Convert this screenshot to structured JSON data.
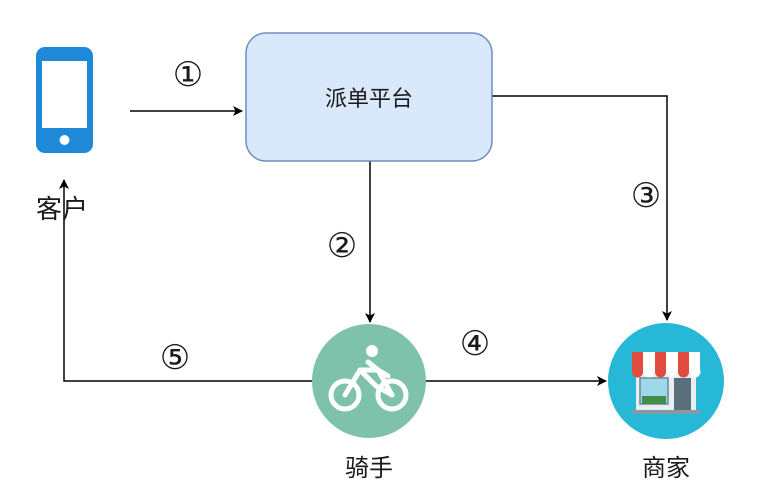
{
  "nodes": {
    "client": {
      "label": "客户",
      "icon": "smartphone-icon"
    },
    "platform": {
      "label": "派单平台"
    },
    "rider": {
      "label": "骑手",
      "icon": "bicycle-rider-icon"
    },
    "merchant": {
      "label": "商家",
      "icon": "storefront-icon"
    }
  },
  "steps": [
    "①",
    "②",
    "③",
    "④",
    "⑤"
  ],
  "colors": {
    "phone": "#1e88d9",
    "platform_fill": "#dae8fc",
    "platform_stroke": "#6c8ebf",
    "rider_circle": "#7ec2ac",
    "merchant_circle": "#26b8d6",
    "awning_red": "#e24c3f",
    "edge": "#000000"
  }
}
